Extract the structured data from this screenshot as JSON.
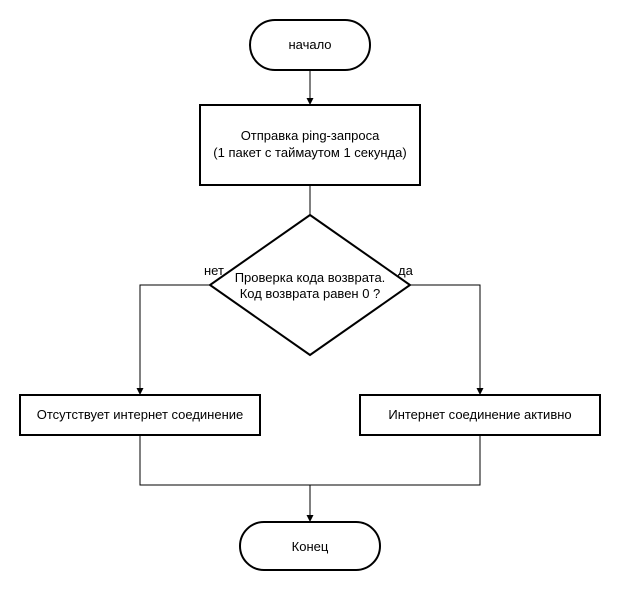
{
  "flowchart": {
    "start": {
      "label": "начало"
    },
    "process": {
      "line1": "Отправка ping-запроса",
      "line2": "(1 пакет с таймаутом 1 секунда)"
    },
    "decision": {
      "line1": "Проверка кода возврата.",
      "line2": "Код возврата равен 0 ?"
    },
    "branch_no": {
      "label": "нет"
    },
    "branch_yes": {
      "label": "да"
    },
    "result_no": {
      "label": "Отсутствует интернет соединение"
    },
    "result_yes": {
      "label": "Интернет соединение активно"
    },
    "end": {
      "label": "Конец"
    }
  }
}
